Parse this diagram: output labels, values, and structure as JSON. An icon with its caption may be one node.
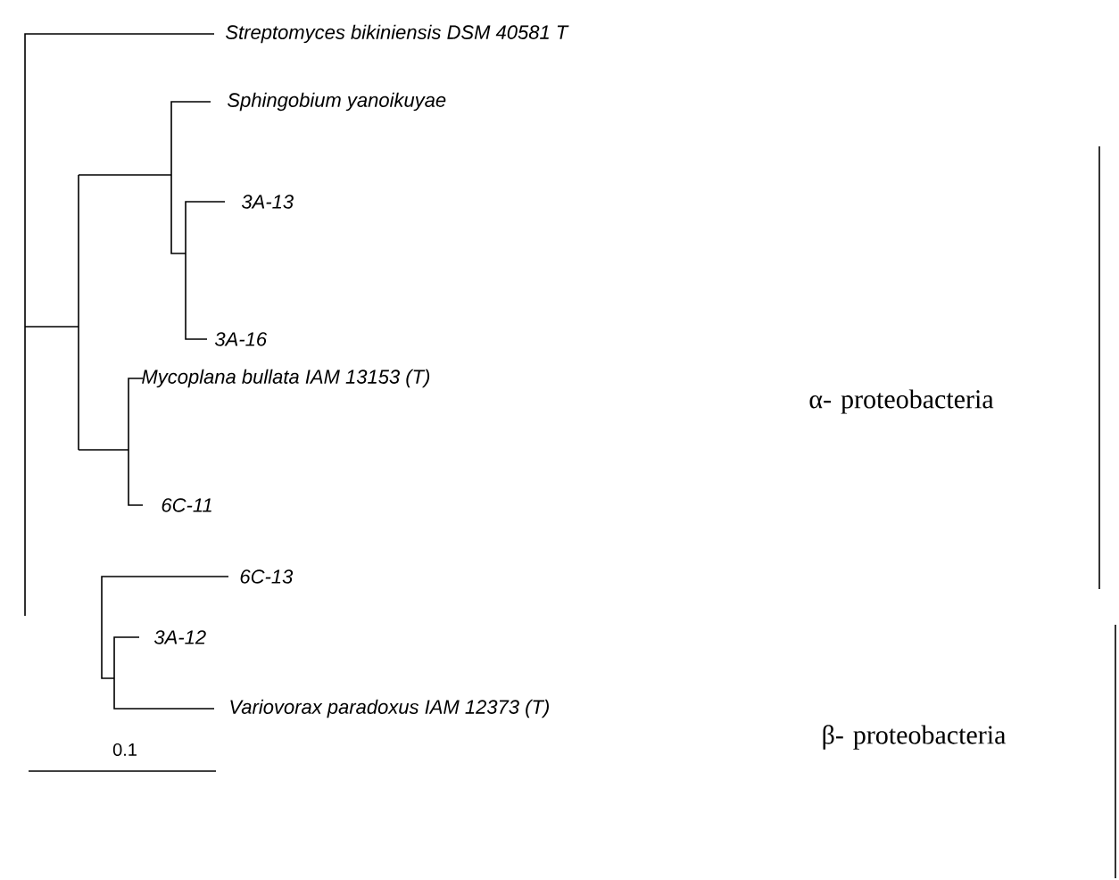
{
  "diagram": {
    "labels": [
      "Streptomyces bikiniensis DSM 40581 T",
      "Sphingobium yanoikuyae",
      "3A-13",
      "3A-16",
      "Mycoplana bullata IAM 13153 (T)",
      "6C-11",
      "α- proteobacteria",
      "6C-13",
      "3A-12",
      "Variovorax paradoxus IAM 12373 (T)",
      "β- proteobacteria",
      "0.1"
    ]
  }
}
